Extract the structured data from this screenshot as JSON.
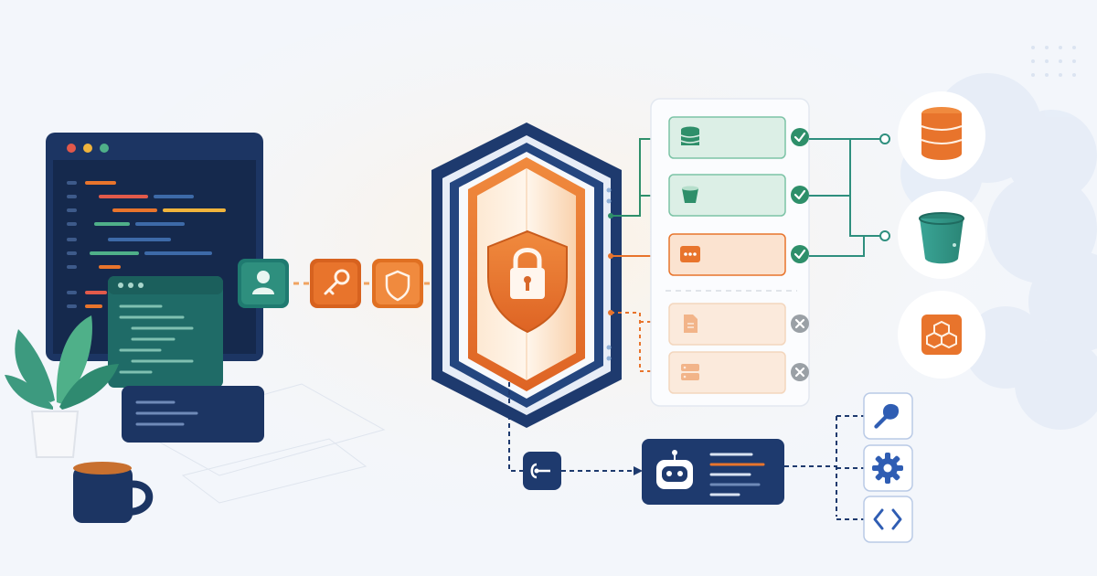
{
  "colors": {
    "navy": "#1e3a6e",
    "navy_dark": "#16294f",
    "teal": "#2e8f7e",
    "teal_light": "#d9efe6",
    "orange": "#e8742c",
    "orange_light": "#fbe3d0",
    "faded_orange": "#f6c9a8",
    "green_check": "#2e8f6a",
    "gray_x": "#9aa0a6",
    "background": "#f3f6fb"
  },
  "nodes": {
    "code_editor": {
      "icon": "code-editor-window-icon",
      "status": "source"
    },
    "plant": {
      "icon": "potted-plant-icon"
    },
    "coffee_mug": {
      "icon": "coffee-mug-icon"
    },
    "credential_chain": [
      {
        "icon": "user-icon",
        "color": "teal"
      },
      {
        "icon": "key-icon",
        "color": "orange"
      },
      {
        "icon": "shield-icon",
        "color": "orange"
      }
    ],
    "gateway": {
      "icon": "lock-shield-icon"
    },
    "resource_rows": [
      {
        "icon": "database-icon",
        "status": "allowed",
        "status_icon": "check-icon"
      },
      {
        "icon": "bucket-icon",
        "status": "allowed",
        "status_icon": "check-icon"
      },
      {
        "icon": "dots-service-icon",
        "status": "allowed",
        "status_icon": "check-icon"
      },
      {
        "icon": "document-icon",
        "status": "denied",
        "status_icon": "x-icon"
      },
      {
        "icon": "server-icon",
        "status": "denied",
        "status_icon": "x-icon"
      }
    ],
    "cloud_resources": [
      {
        "icon": "database-cylinder-icon"
      },
      {
        "icon": "storage-bucket-icon"
      },
      {
        "icon": "cubes-service-icon"
      }
    ],
    "connector": {
      "icon": "plug-icon"
    },
    "agent": {
      "icon": "robot-icon"
    },
    "tools": [
      {
        "icon": "wrench-icon"
      },
      {
        "icon": "gear-icon"
      },
      {
        "icon": "code-brackets-icon"
      }
    ]
  }
}
